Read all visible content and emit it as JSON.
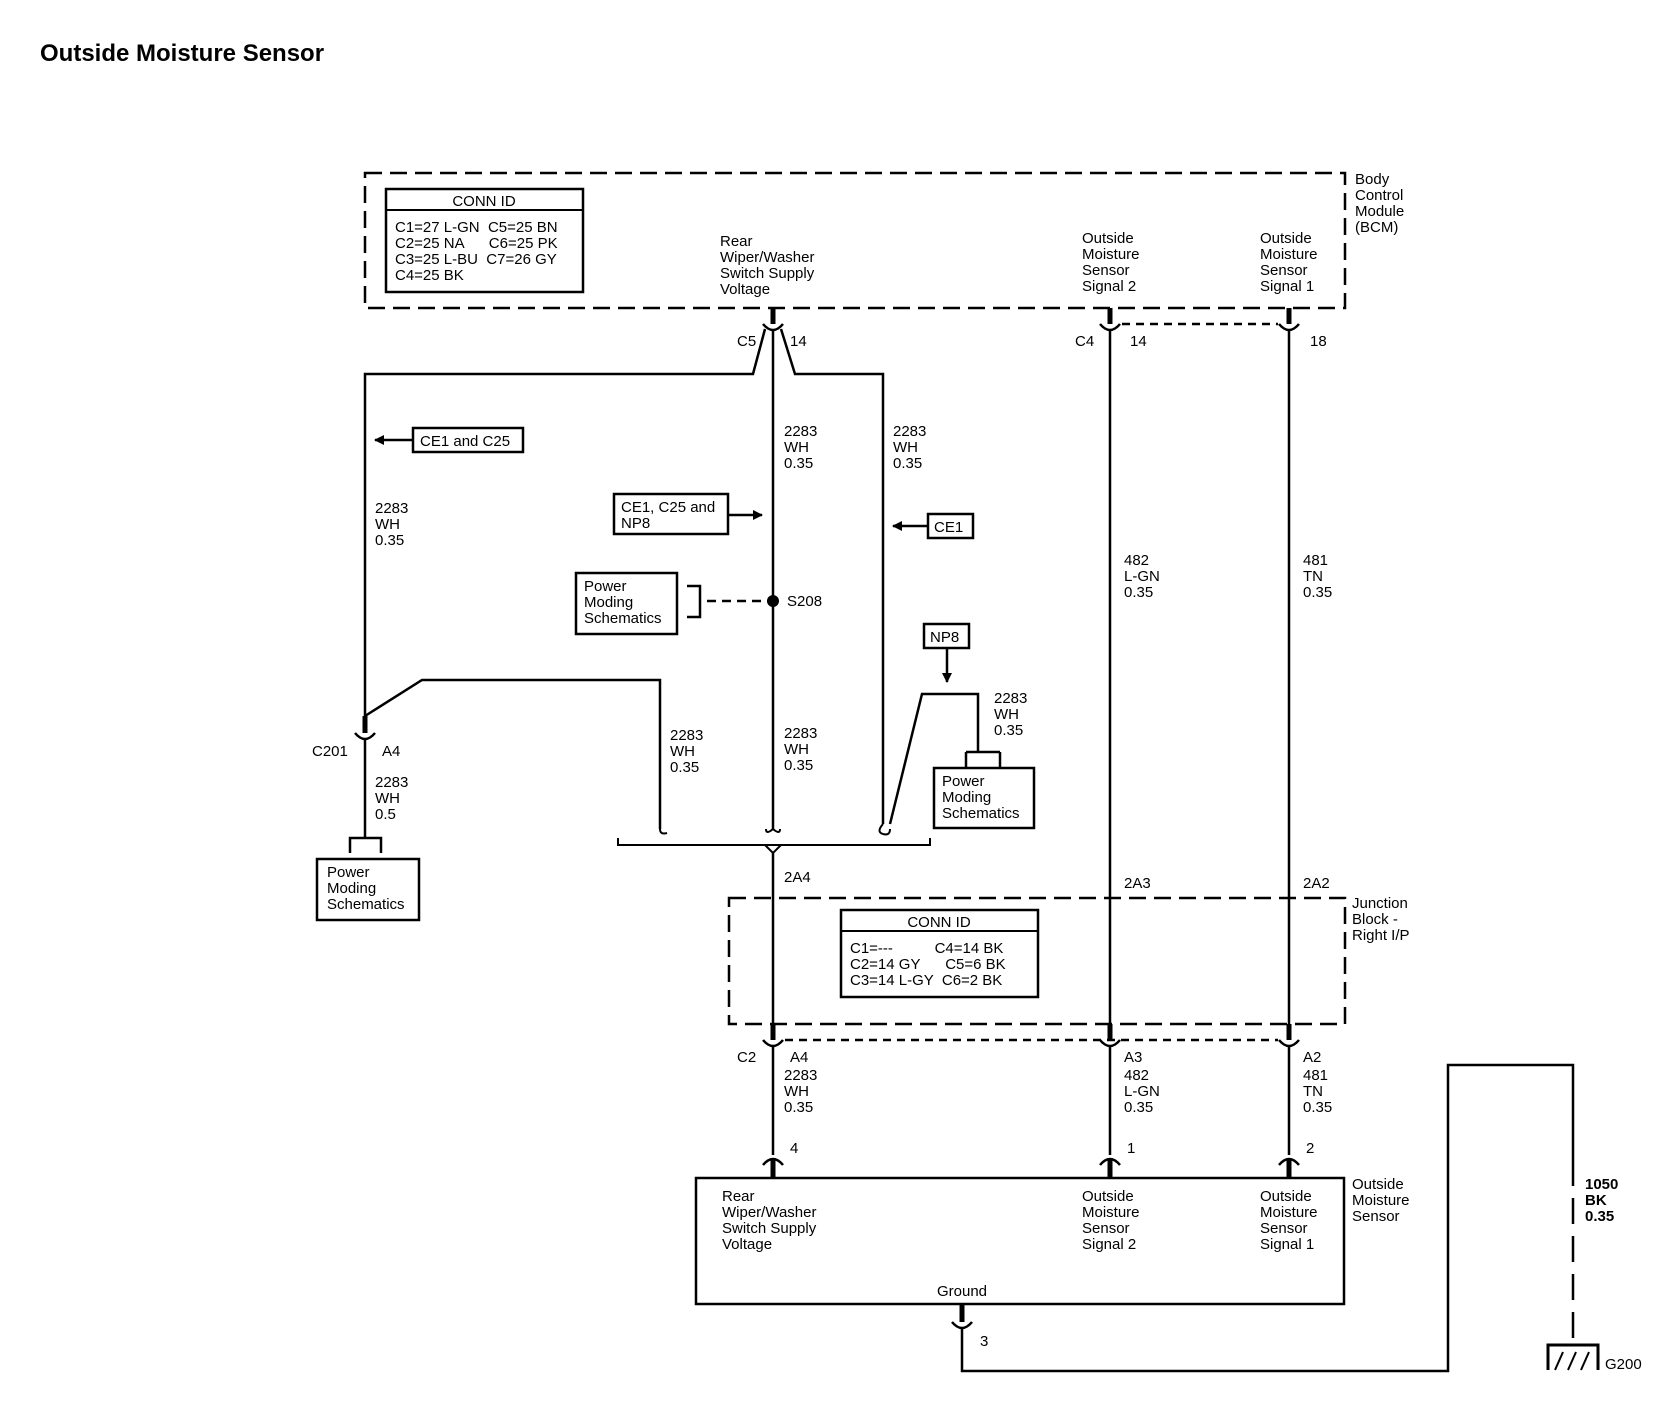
{
  "title": "Outside Moisture Sensor",
  "bcm": {
    "label": [
      "Body",
      "Control",
      "Module",
      "(BCM)"
    ],
    "conn_id": {
      "header": "CONN ID",
      "rows": [
        "C1=27 L-GN  C5=25 BN",
        "C2=25 NA      C6=25 PK",
        "C3=25 L-BU  C7=26 GY",
        "C4=25 BK"
      ]
    },
    "pins": [
      {
        "function": [
          "Rear",
          "Wiper/Washer",
          "Switch Supply",
          "Voltage"
        ],
        "connector": "C5",
        "pin": "14"
      },
      {
        "function": [
          "Outside",
          "Moisture",
          "Sensor",
          "Signal 2"
        ],
        "connector": "C4",
        "pin": "14"
      },
      {
        "function": [
          "Outside",
          "Moisture",
          "Sensor",
          "Signal 1"
        ],
        "connector": "",
        "pin": "18"
      }
    ]
  },
  "wires": {
    "w2283_035": [
      "2283",
      "WH",
      "0.35"
    ],
    "w2283_05": [
      "2283",
      "WH",
      "0.5"
    ],
    "w482": [
      "482",
      "L-GN",
      "0.35"
    ],
    "w481": [
      "481",
      "TN",
      "0.35"
    ],
    "w1050": [
      "1050",
      "BK",
      "0.35"
    ]
  },
  "refs": {
    "ce1_c25": "CE1 and C25",
    "ce1_c25_np8": [
      "CE1, C25 and",
      "NP8"
    ],
    "ce1": "CE1",
    "np8": "NP8",
    "power_moding": [
      "Power",
      "Moding",
      "Schematics"
    ]
  },
  "splice": "S208",
  "c201": {
    "connector": "C201",
    "pin": "A4"
  },
  "jb_pins": [
    "2A4",
    "2A3",
    "2A2"
  ],
  "junction_block": {
    "label": [
      "Junction",
      "Block -",
      "Right I/P"
    ],
    "conn_id": {
      "header": "CONN ID",
      "rows": [
        "C1=---          C4=14 BK",
        "C2=14 GY      C5=6 BK",
        "C3=14 L-GY  C6=2 BK"
      ]
    }
  },
  "c2": {
    "connector": "C2",
    "pins": [
      "A4",
      "A3",
      "A2"
    ]
  },
  "sensor": {
    "label": [
      "Outside",
      "Moisture",
      "Sensor"
    ],
    "pins": [
      {
        "pin": "4",
        "function": [
          "Rear",
          "Wiper/Washer",
          "Switch Supply",
          "Voltage"
        ]
      },
      {
        "pin": "1",
        "function": [
          "Outside",
          "Moisture",
          "Sensor",
          "Signal 2"
        ]
      },
      {
        "pin": "2",
        "function": [
          "Outside",
          "Moisture",
          "Sensor",
          "Signal 1"
        ]
      }
    ],
    "ground_label": "Ground",
    "ground_pin": "3"
  },
  "ground": "G200"
}
